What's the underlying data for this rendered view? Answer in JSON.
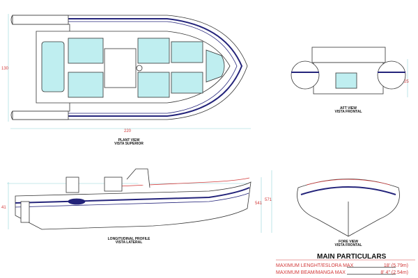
{
  "views": {
    "plant": {
      "line1": "PLANT VIEW",
      "line2": "VISTA SUPERIOR",
      "dim_length": "220",
      "dim_width": "130"
    },
    "aft": {
      "line1": "AFT VIEW",
      "line2": "VISTA FRONTAL",
      "dim_height": "25"
    },
    "profile": {
      "line1": "LONGITUDINAL PROFILE",
      "line2": "VISTA LATERAL",
      "dim_a": "41",
      "dim_b": "541",
      "dim_c": "571"
    },
    "fore": {
      "line1": "FORE VIEW",
      "line2": "VISTA FRONTAL"
    }
  },
  "particulars": {
    "title": "MAIN PARTICULARS",
    "rows": [
      {
        "label": "MAXIMUM LENGHT/ESLORA MAX",
        "value": "18' (5.79m)"
      },
      {
        "label": "MAXIMUM BEAM/MANGA MAX",
        "value": "8' 4\" (2.54m)"
      }
    ]
  },
  "colors": {
    "outline": "#333333",
    "navy": "#23237a",
    "accent_red": "#d23a3a",
    "deck_cyan": "#bfeef0",
    "dimension": "#8fd3d8"
  }
}
